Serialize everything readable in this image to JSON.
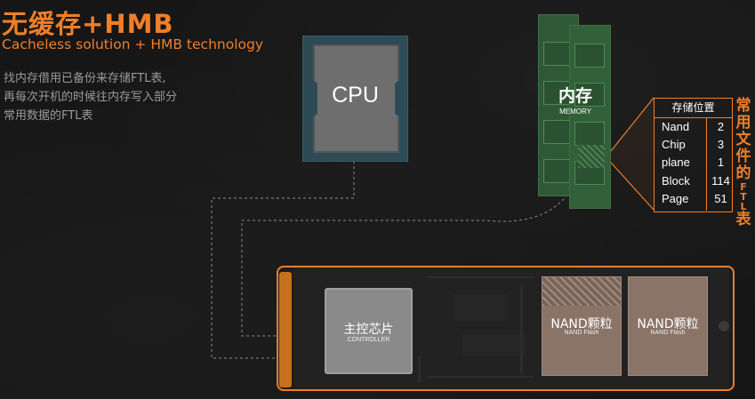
{
  "header": {
    "title": "无缓存+HMB",
    "subtitle": "Cacheless solution + HMB technology",
    "description": [
      "找内存借用已备份来存储FTL表,",
      "再每次开机的时候往内存写入部分",
      "常用数据的FTL表"
    ]
  },
  "cpu": {
    "label": "CPU"
  },
  "memory": {
    "label": "内存",
    "sublabel": "MEMORY"
  },
  "ftl_table": {
    "header": "存储位置",
    "rows": [
      {
        "key": "Nand",
        "value": "2"
      },
      {
        "key": "Chip",
        "value": "3"
      },
      {
        "key": "plane",
        "value": "1"
      },
      {
        "key": "Block",
        "value": "114"
      },
      {
        "key": "Page",
        "value": "51"
      }
    ],
    "vertical_label": "常用文件的FTL表"
  },
  "ssd": {
    "controller": {
      "label": "主控芯片",
      "sublabel": "CONTROLLER"
    },
    "nand": [
      {
        "label": "NAND颗粒",
        "sublabel": "NAND Flash"
      },
      {
        "label": "NAND颗粒",
        "sublabel": "NAND Flash"
      }
    ]
  },
  "colors": {
    "accent": "#f07f2a",
    "cpu": "#2d4a55",
    "memory": "#2f5935",
    "nand": "#8a7367",
    "controller": "#8a8a8a"
  }
}
